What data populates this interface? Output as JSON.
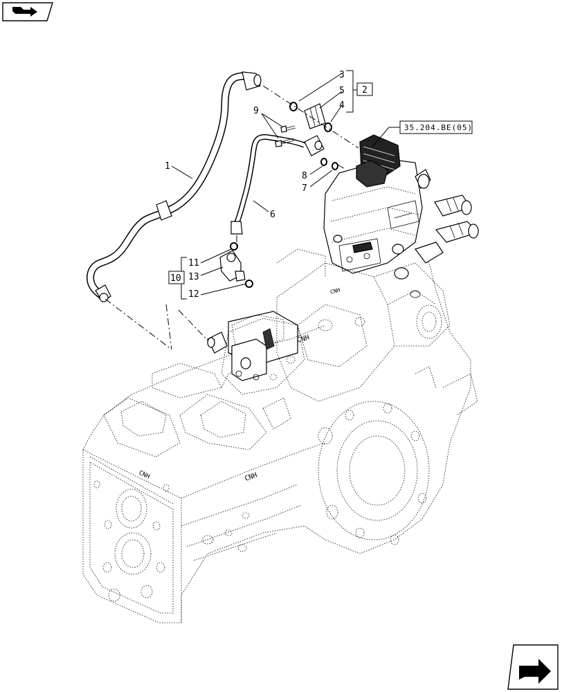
{
  "callouts": {
    "c1": "1",
    "c2": "2",
    "c3": "3",
    "c4": "4",
    "c5": "5",
    "c6": "6",
    "c7": "7",
    "c8": "8",
    "c9": "9",
    "c10": "10",
    "c11": "11",
    "c12": "12",
    "c13": "13"
  },
  "reference": "35.204.BE(05)",
  "icons": {
    "top_left": "book-arrow-icon",
    "bottom_right": "previous-page-arrow-icon"
  }
}
